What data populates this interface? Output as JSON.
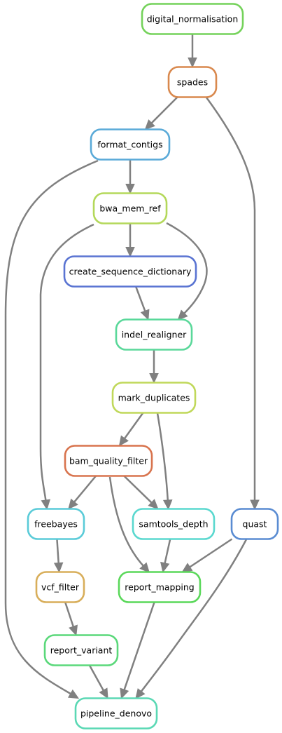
{
  "nodes": {
    "digital_normalisation": {
      "label": "digital_normalisation",
      "color": "#74d25a"
    },
    "spades": {
      "label": "spades",
      "color": "#d9894e"
    },
    "format_contigs": {
      "label": "format_contigs",
      "color": "#5aaad8"
    },
    "bwa_mem_ref": {
      "label": "bwa_mem_ref",
      "color": "#b4d85a"
    },
    "create_sequence_dictionary": {
      "label": "create_sequence_dictionary",
      "color": "#5a74d2"
    },
    "indel_realigner": {
      "label": "indel_realigner",
      "color": "#5ad89a"
    },
    "mark_duplicates": {
      "label": "mark_duplicates",
      "color": "#c0d85a"
    },
    "bam_quality_filter": {
      "label": "bam_quality_filter",
      "color": "#d8744e"
    },
    "freebayes": {
      "label": "freebayes",
      "color": "#5acbd8"
    },
    "samtools_depth": {
      "label": "samtools_depth",
      "color": "#5ad8cf"
    },
    "quast": {
      "label": "quast",
      "color": "#5a8cd2"
    },
    "vcf_filter": {
      "label": "vcf_filter",
      "color": "#d8ae5a"
    },
    "report_mapping": {
      "label": "report_mapping",
      "color": "#5ad85a"
    },
    "report_variant": {
      "label": "report_variant",
      "color": "#5ad87a"
    },
    "pipeline_denovo": {
      "label": "pipeline_denovo",
      "color": "#5ad8b4"
    }
  },
  "edges": [
    [
      "digital_normalisation",
      "spades"
    ],
    [
      "spades",
      "format_contigs"
    ],
    [
      "spades",
      "quast"
    ],
    [
      "format_contigs",
      "bwa_mem_ref"
    ],
    [
      "format_contigs",
      "pipeline_denovo"
    ],
    [
      "bwa_mem_ref",
      "create_sequence_dictionary"
    ],
    [
      "bwa_mem_ref",
      "indel_realigner"
    ],
    [
      "bwa_mem_ref",
      "freebayes"
    ],
    [
      "create_sequence_dictionary",
      "indel_realigner"
    ],
    [
      "indel_realigner",
      "mark_duplicates"
    ],
    [
      "mark_duplicates",
      "bam_quality_filter"
    ],
    [
      "mark_duplicates",
      "samtools_depth"
    ],
    [
      "bam_quality_filter",
      "freebayes"
    ],
    [
      "bam_quality_filter",
      "samtools_depth"
    ],
    [
      "bam_quality_filter",
      "report_mapping"
    ],
    [
      "freebayes",
      "vcf_filter"
    ],
    [
      "samtools_depth",
      "report_mapping"
    ],
    [
      "quast",
      "report_mapping"
    ],
    [
      "quast",
      "pipeline_denovo"
    ],
    [
      "vcf_filter",
      "report_variant"
    ],
    [
      "report_variant",
      "pipeline_denovo"
    ],
    [
      "report_mapping",
      "pipeline_denovo"
    ]
  ]
}
